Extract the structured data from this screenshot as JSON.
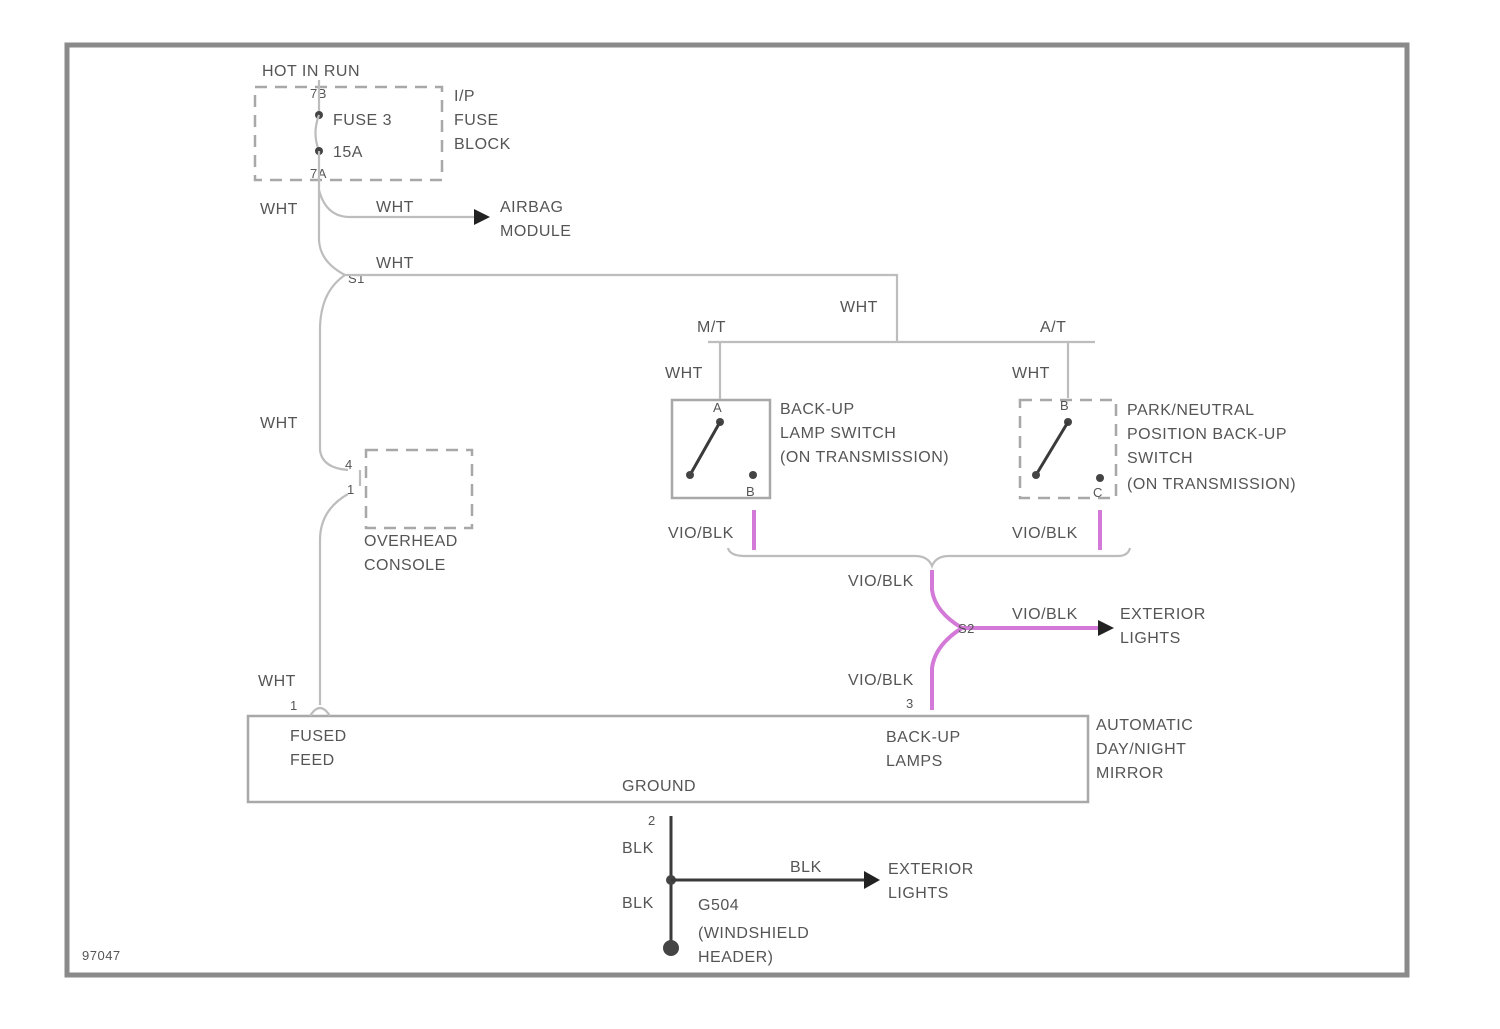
{
  "diagram": {
    "id_label": "97047",
    "colors": {
      "wire": "#bdbdbd",
      "violet": "#d37ad8",
      "ground": "#3a3a3a"
    },
    "top": {
      "hot_label": "HOT IN RUN",
      "fuse_label": "FUSE 3",
      "fuse_rating": "15A",
      "fuse_block": [
        "I/P",
        "FUSE",
        "BLOCK"
      ],
      "pin_top": "7B",
      "pin_bottom": "7A"
    },
    "airbag": {
      "wire_left": "WHT",
      "wire_right": "WHT",
      "dest": [
        "AIRBAG",
        "MODULE"
      ]
    },
    "splice1": {
      "id": "S1",
      "wire": "WHT"
    },
    "branch": {
      "wire": "WHT",
      "mt": "M/T",
      "at": "A/T"
    },
    "mt_switch": {
      "wire_in": "WHT",
      "pin_in": "A",
      "pin_out": "B",
      "label": [
        "BACK-UP",
        "LAMP SWITCH",
        "(ON TRANSMISSION)"
      ],
      "wire_out": "VIO/BLK"
    },
    "at_switch": {
      "wire_in": "WHT",
      "pin_in": "B",
      "pin_out": "C",
      "label": [
        "PARK/NEUTRAL",
        "POSITION BACK-UP",
        "SWITCH",
        "(ON TRANSMISSION)"
      ],
      "wire_out": "VIO/BLK"
    },
    "left_feed": {
      "wire_mid": "WHT",
      "console_pin_in": "4",
      "console_pin_out": "1",
      "console_label": [
        "OVERHEAD",
        "CONSOLE"
      ],
      "wire_bottom": "WHT"
    },
    "violet_join": {
      "wire_top": "VIO/BLK",
      "splice": "S2",
      "wire_right": "VIO/BLK",
      "dest": [
        "EXTERIOR",
        "LIGHTS"
      ],
      "wire_bottom": "VIO/BLK"
    },
    "mirror": {
      "pin_left": "1",
      "pin_right": "3",
      "fused": [
        "FUSED",
        "FEED"
      ],
      "backup": [
        "BACK-UP",
        "LAMPS"
      ],
      "ground": "GROUND",
      "name": [
        "AUTOMATIC",
        "DAY/NIGHT",
        "MIRROR"
      ]
    },
    "ground": {
      "pin": "2",
      "wire_upper": "BLK",
      "wire_right": "BLK",
      "dest": [
        "EXTERIOR",
        "LIGHTS"
      ],
      "wire_lower": "BLK",
      "ground_id": "G504",
      "ground_loc": [
        "(WINDSHIELD",
        "HEADER)"
      ]
    }
  }
}
